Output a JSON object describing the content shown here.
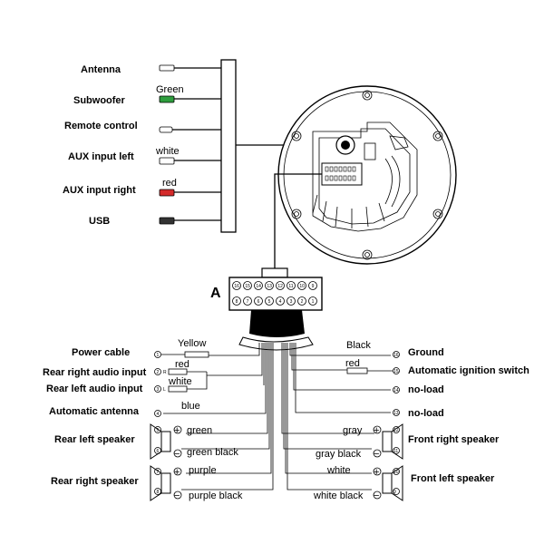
{
  "top_connectors": [
    {
      "label": "Antenna",
      "wire": "",
      "plug_color": "#ffffff"
    },
    {
      "label": "Subwoofer",
      "wire": "Green",
      "plug_color": "#2e9e3e"
    },
    {
      "label": "Remote control",
      "wire": "",
      "plug_color": "#ffffff"
    },
    {
      "label": "AUX input left",
      "wire": "white",
      "plug_color": "#ffffff"
    },
    {
      "label": "AUX input right",
      "wire": "red",
      "plug_color": "#d42a2a"
    },
    {
      "label": "USB",
      "wire": "",
      "plug_color": "#333333"
    }
  ],
  "harness": {
    "connector_label": "A",
    "left": [
      {
        "label": "Power cable",
        "wire": "Yellow",
        "pin": "1"
      },
      {
        "label": "Rear right audio input",
        "wire": "red",
        "pin": "2",
        "sub": "R"
      },
      {
        "label": "Rear left audio input",
        "wire": "white",
        "pin": "3",
        "sub": "L"
      },
      {
        "label": "Automatic antenna",
        "wire": "blue",
        "pin": "4"
      }
    ],
    "right": [
      {
        "label": "Ground",
        "wire": "Black",
        "pin": "16"
      },
      {
        "label": "Automatic ignition switch",
        "wire": "red",
        "pin": "15"
      },
      {
        "label": "no-load",
        "wire": "",
        "pin": "14"
      },
      {
        "label": "no-load",
        "wire": "",
        "pin": "13"
      }
    ],
    "speakers_left": [
      {
        "label": "Rear left speaker",
        "plus": "green",
        "minus": "green black",
        "pins": [
          "5",
          "6"
        ]
      },
      {
        "label": "Rear right speaker",
        "plus": "purple",
        "minus": "purple black",
        "pins": [
          "7",
          "8"
        ]
      }
    ],
    "speakers_right": [
      {
        "label": "Front right speaker",
        "plus": "gray",
        "minus": "gray black",
        "pins": [
          "12",
          "11"
        ]
      },
      {
        "label": "Front left speaker",
        "plus": "white",
        "minus": "white black",
        "pins": [
          "10",
          "9"
        ]
      }
    ]
  },
  "connector_pins_top": [
    "16",
    "15",
    "14",
    "13",
    "12",
    "11",
    "10",
    "9"
  ],
  "connector_pins_bottom": [
    "8",
    "7",
    "6",
    "5",
    "4",
    "3",
    "2",
    "1"
  ],
  "symbols": {
    "plus": "+",
    "minus": "−"
  }
}
